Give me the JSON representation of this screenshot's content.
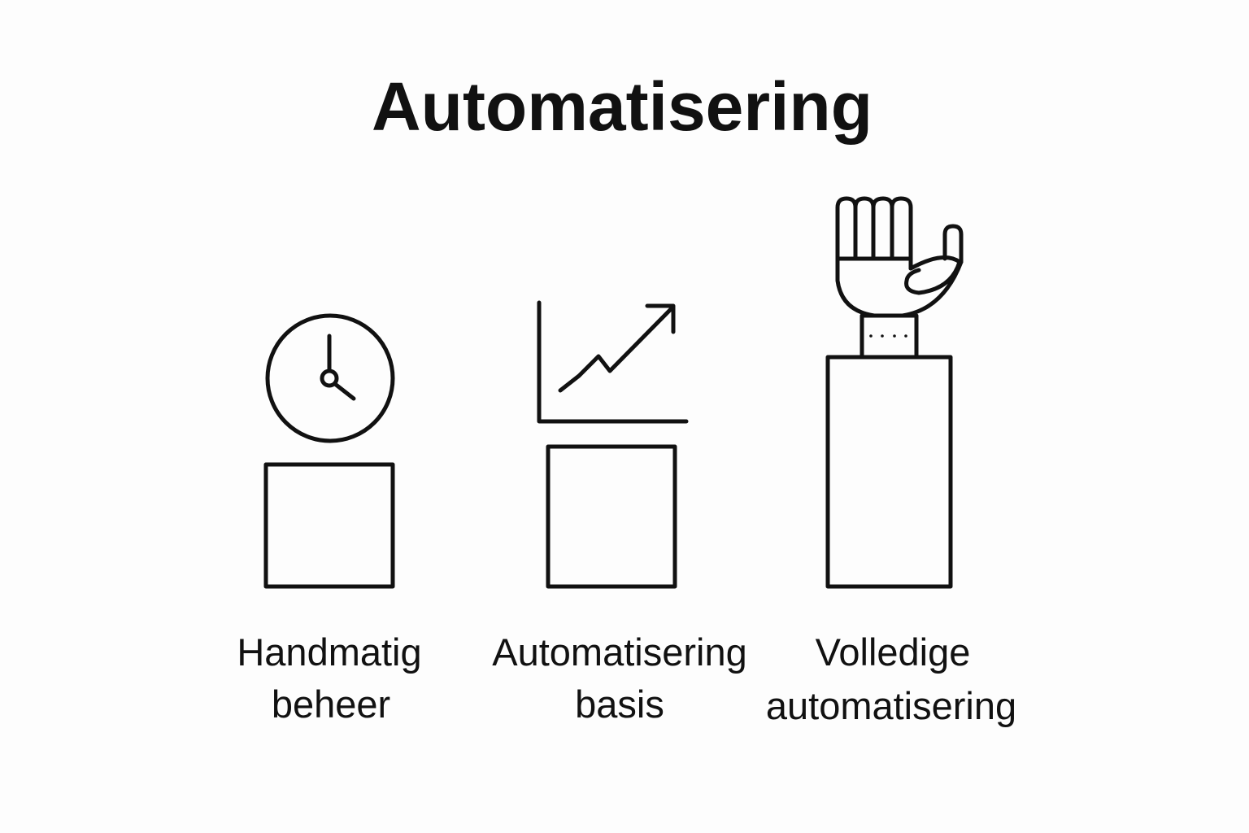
{
  "title": "Automatisering",
  "stages": [
    {
      "label_line1": "Handmatig",
      "label_line2": "beheer",
      "icon": "clock-icon"
    },
    {
      "label_line1": "Automatisering",
      "label_line2": "basis",
      "icon": "growth-chart-icon"
    },
    {
      "label_line1": "Volledige",
      "label_line2": "automatisering",
      "icon": "robot-hand-icon"
    }
  ],
  "colors": {
    "stroke": "#111111",
    "background": "#fdfdfd"
  }
}
